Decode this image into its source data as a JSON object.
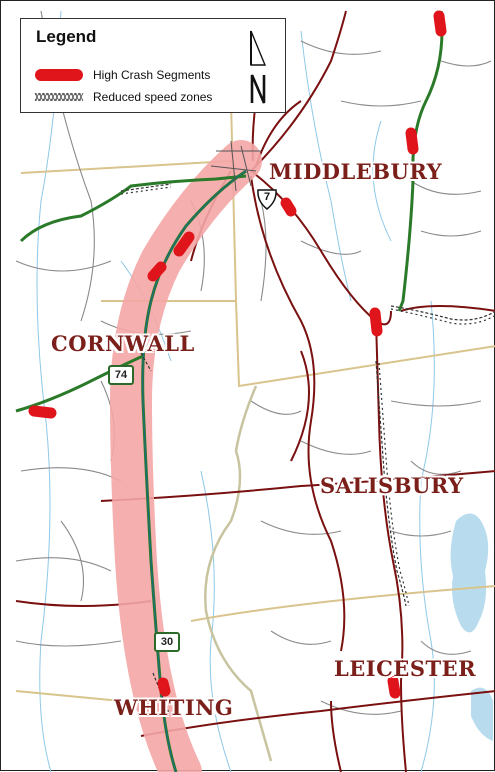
{
  "legend": {
    "title": "Legend",
    "items": [
      {
        "label": "High Crash Segments",
        "symbol": "red-thick-line",
        "color": "#e0141b"
      },
      {
        "label": "Reduced speed zones",
        "symbol": "hatched-line",
        "color": "#333333"
      }
    ]
  },
  "towns": [
    "MIDDLEBURY",
    "CORNWALL",
    "SALISBURY",
    "LEICESTER",
    "WHITING"
  ],
  "route_shields": [
    {
      "number": "74",
      "type": "state"
    },
    {
      "number": "30",
      "type": "state"
    },
    {
      "number": "7",
      "type": "us"
    }
  ],
  "colors": {
    "study_corridor": "#f4a6a6",
    "state_route": "#2a7a2a",
    "major_road": "#7a1010",
    "town_boundary": "#d8c48c",
    "stream": "#8ec8e8",
    "lake": "#b8dcee",
    "high_crash": "#e0141b",
    "town_label": "#7a1f1a"
  },
  "icons": {
    "north_arrow": "north-arrow-icon"
  }
}
